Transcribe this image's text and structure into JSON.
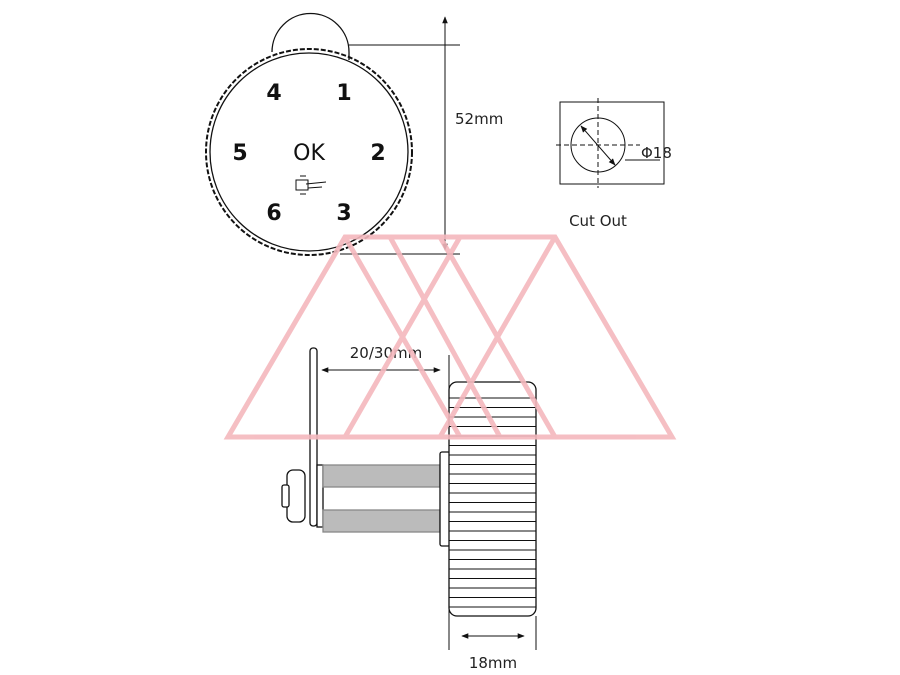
{
  "keypad": {
    "keys": [
      "4",
      "1",
      "5",
      "OK",
      "2",
      "6",
      "3"
    ]
  },
  "dimensions": {
    "height": "52mm",
    "cutout_diameter": "Φ18",
    "cutout_label": "Cut Out",
    "cam_length": "20/30mm",
    "knob_depth": "18mm"
  },
  "watermark": {
    "color": "#f4b8bd"
  },
  "colors": {
    "line": "#111111"
  }
}
